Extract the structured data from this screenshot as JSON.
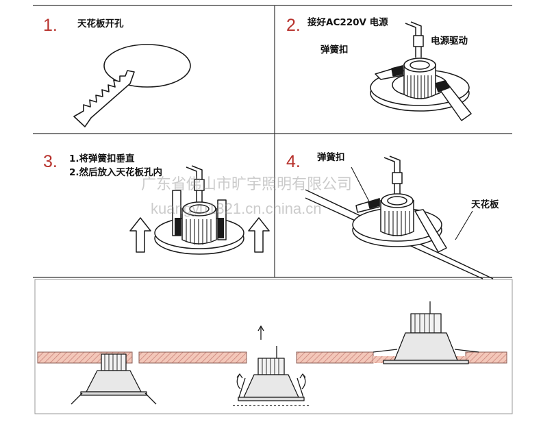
{
  "steps": [
    {
      "number": "1.",
      "caption": "天花板开孔"
    },
    {
      "number": "2.",
      "caption": "接好AC220V 电源",
      "labels": [
        "电源驱动",
        "弹簧扣"
      ]
    },
    {
      "number": "3.",
      "lines": [
        "1.将弹簧扣垂直",
        "2.然后放入天花板孔内"
      ]
    },
    {
      "number": "4.",
      "labels": [
        "弹簧扣",
        "天花板"
      ]
    }
  ],
  "watermark": {
    "line1": "广东省佛山市旷宇照明有限公司",
    "line2": "kuangyu1321.cn.china.cn"
  },
  "colors": {
    "number": "#b7312c",
    "ceiling_fill": "#f3c7b9",
    "ceiling_hatch": "#c9837a",
    "line": "#1a1a1a",
    "frame": "#333333"
  }
}
